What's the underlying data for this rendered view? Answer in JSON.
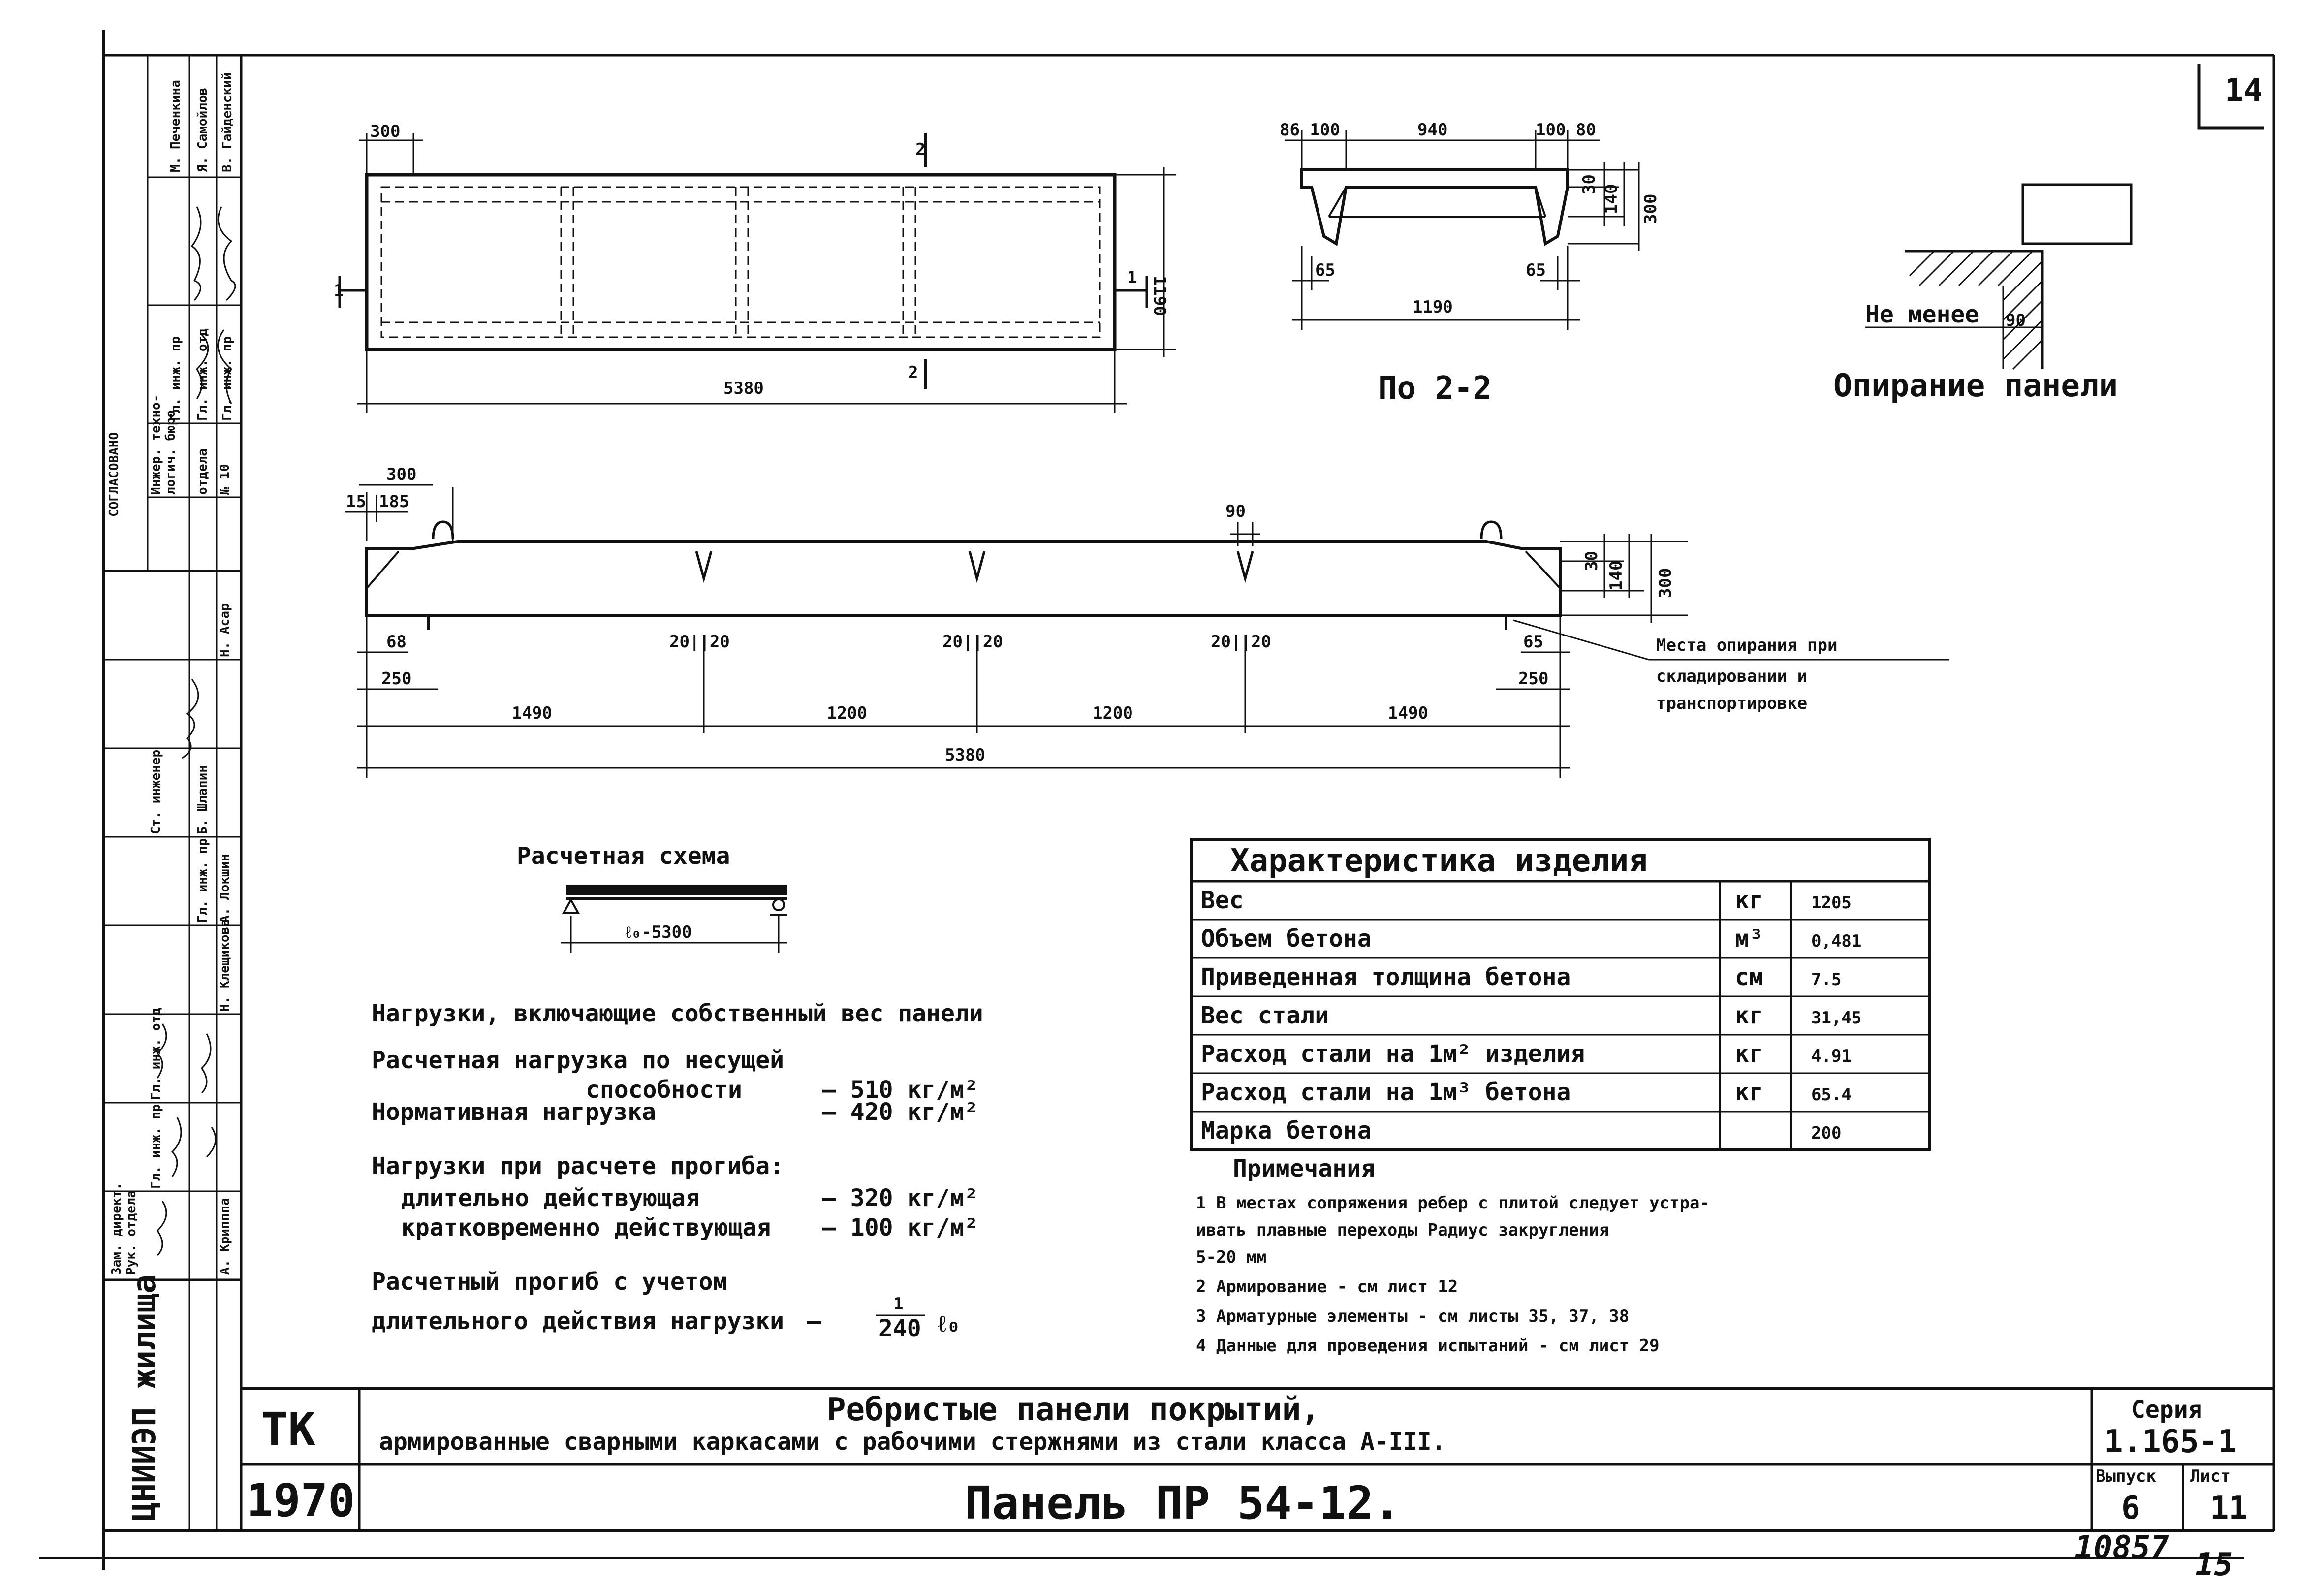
{
  "sheet_number": "14",
  "bottom_numbers": {
    "left": "10857",
    "right": "15"
  },
  "plan_view": {
    "dim_top": "300",
    "dim_height": "1190",
    "dim_length": "5380",
    "section_mark_1": "1",
    "section_mark_2": "2"
  },
  "section_2_2": {
    "label": "По 2-2",
    "dim_top_left": "86 100",
    "dim_top_mid": "940",
    "dim_top_right": "100 80",
    "dim_h1": "30",
    "dim_h2": "140",
    "dim_h3": "300",
    "dim_bot_left": "65",
    "dim_bot_right": "65",
    "dim_width": "1190"
  },
  "support_detail": {
    "note": "Не менее",
    "dim": "90",
    "label": "Опирание панели"
  },
  "side_view": {
    "dim_300": "300",
    "dim_15": "15",
    "dim_185": "185",
    "dim_90": "90",
    "dim_h1": "30",
    "dim_h2": "140",
    "dim_h3": "300",
    "dim_68": "68",
    "dim_65": "65",
    "dim_250_left": "250",
    "dim_250_right": "250",
    "rib_dims": [
      "20||20",
      "20||20",
      "20||20"
    ],
    "spans": [
      "1490",
      "1200",
      "1200",
      "1490"
    ],
    "total": "5380",
    "support_note": [
      "Места опирания при",
      "складировании и",
      "транспортировке"
    ]
  },
  "calc_scheme": {
    "title": "Расчетная схема",
    "span": "ℓ₀-5300",
    "loads_title": "Нагрузки, включающие собственный вес панели",
    "lines": [
      {
        "label": "Расчетная нагрузка по несущей",
        "value": ""
      },
      {
        "label": "способности",
        "value": "– 510 кг/м²"
      },
      {
        "label": "Нормативная нагрузка",
        "value": "– 420 кг/м²"
      },
      {
        "label": "Нагрузки при расчете прогиба:",
        "value": ""
      },
      {
        "label": "длительно действующая",
        "value": "– 320 кг/м²"
      },
      {
        "label": "кратковременно действующая",
        "value": "– 100 кг/м²"
      }
    ],
    "deflection_label": [
      "Расчетный прогиб с учетом",
      "длительного действия нагрузки"
    ],
    "deflection_value": {
      "num": "1",
      "den": "240",
      "tail": "ℓ₀",
      "dash": "–"
    }
  },
  "characteristics": {
    "title": "Характеристика изделия",
    "rows": [
      {
        "name": "Вес",
        "unit": "кг",
        "value": "1205"
      },
      {
        "name": "Объем бетона",
        "unit": "м³",
        "value": "0,481"
      },
      {
        "name": "Приведенная толщина бетона",
        "unit": "см",
        "value": "7.5"
      },
      {
        "name": "Вес стали",
        "unit": "кг",
        "value": "31,45"
      },
      {
        "name": "Расход стали на 1м² изделия",
        "unit": "кг",
        "value": "4.91"
      },
      {
        "name": "Расход стали на 1м³ бетона",
        "unit": "кг",
        "value": "65.4"
      },
      {
        "name": "Марка бетона",
        "unit": "",
        "value": "200"
      }
    ]
  },
  "notes": {
    "title": "Примечания",
    "items": [
      "1 В местах сопряжения ребер с плитой следует устра-",
      "   ивать   плавные переходы Радиус закругления",
      "   5-20 мм",
      "2 Армирование - см лист 12",
      "3 Арматурные элементы - см листы   35, 37, 38",
      "4 Данные для проведения испытаний - см лист 29"
    ]
  },
  "title_block": {
    "code": "ТК",
    "year": "1970",
    "title_line1": "Ребристые панели покрытий,",
    "title_line2": "армированные сварными каркасами с рабочими стержнями из стали класса А-III.",
    "panel_name": "Панель ПР 54-12.",
    "series_label": "Серия",
    "series_value": "1.165-1",
    "issue_label": "Выпуск",
    "issue_value": "6",
    "sheet_label": "Лист",
    "sheet_value": "11",
    "org": "ЦНИИЭП жилища"
  },
  "left_stamp": {
    "agreed": "СОГЛАСОВАНО",
    "names_top": [
      "В. Гайденский",
      "Я. Самойлов",
      "М. Печенкина"
    ],
    "roles_top": [
      "Гл. инж. пр",
      "Гл. инж. отд",
      "Гл. инж. пр"
    ],
    "dept": [
      "Инжер. техно-",
      "логич. бюро",
      "отдела",
      "№ 10"
    ],
    "roles_bottom": [
      "Зам. директ.",
      "Рук. отдела",
      "Гл. инж. отд",
      "Гл. инж. пр",
      "Ст. инженер",
      "Гл. инж. пр"
    ],
    "names_bottom": [
      "Н. Асар",
      "Б. Шлапин",
      "А. Локшин",
      "Н. Клещикова",
      "А. Крипппа"
    ]
  }
}
